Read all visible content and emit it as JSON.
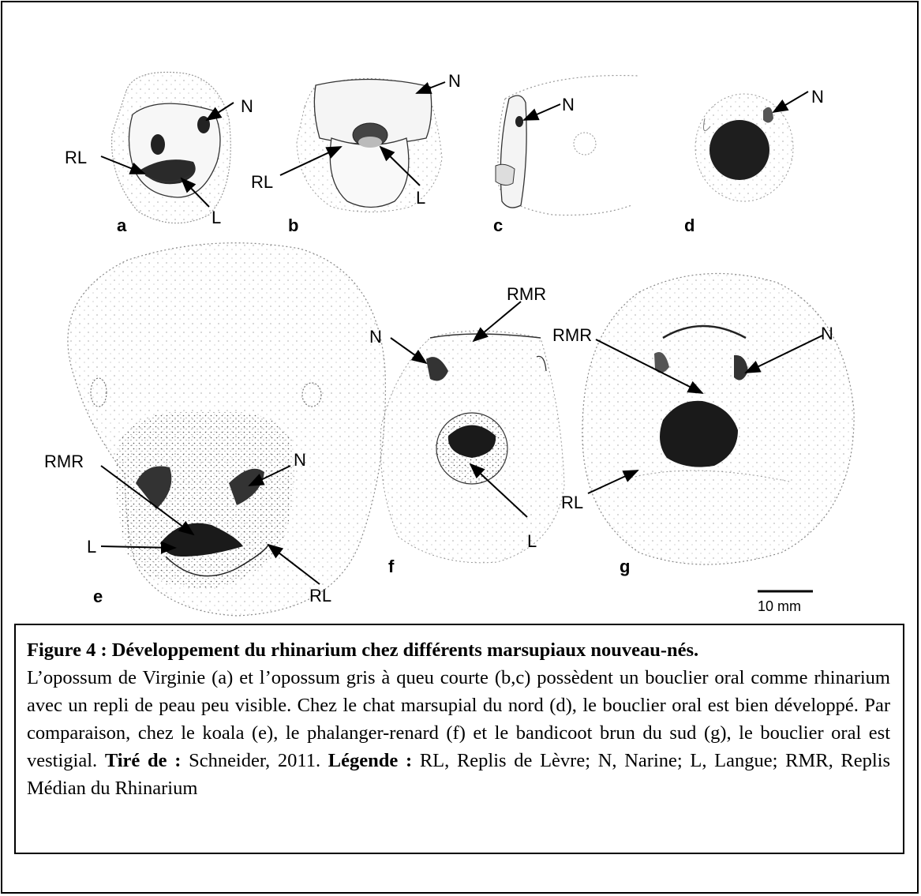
{
  "panels": {
    "a": {
      "letter": "a",
      "labels": {
        "N": "N",
        "RL": "RL",
        "L": "L"
      }
    },
    "b": {
      "letter": "b",
      "labels": {
        "N": "N",
        "RL": "RL",
        "L": "L"
      }
    },
    "c": {
      "letter": "c",
      "labels": {
        "N": "N"
      }
    },
    "d": {
      "letter": "d",
      "labels": {
        "N": "N"
      }
    },
    "e": {
      "letter": "e",
      "labels": {
        "RMR": "RMR",
        "N": "N",
        "L": "L",
        "RL": "RL"
      }
    },
    "f": {
      "letter": "f",
      "labels": {
        "N": "N",
        "RMR": "RMR",
        "L": "L"
      }
    },
    "g": {
      "letter": "g",
      "labels": {
        "RMR": "RMR",
        "N": "N",
        "RL": "RL"
      }
    }
  },
  "scale_bar": {
    "label": "10 mm"
  },
  "caption": {
    "title": "Figure 4 : Développement du rhinarium chez différents marsupiaux nouveau-nés.",
    "body": "L’opossum de Virginie (a) et l’opossum gris à queu courte (b,c) possèdent un bouclier oral comme rhinarium avec un repli de peau peu visible. Chez le chat marsupial du nord (d), le bouclier oral est bien développé. Par comparaison, chez le koala (e), le phalanger-renard (f) et le bandicoot brun du sud (g), le bouclier oral est vestigial.",
    "source_label": "Tiré de :",
    "source": "Schneider, 2011.",
    "legend_label": "Légende :",
    "legend": "RL, Replis de Lèvre; N, Narine; L, Langue; RMR, Replis Médian du Rhinarium"
  }
}
